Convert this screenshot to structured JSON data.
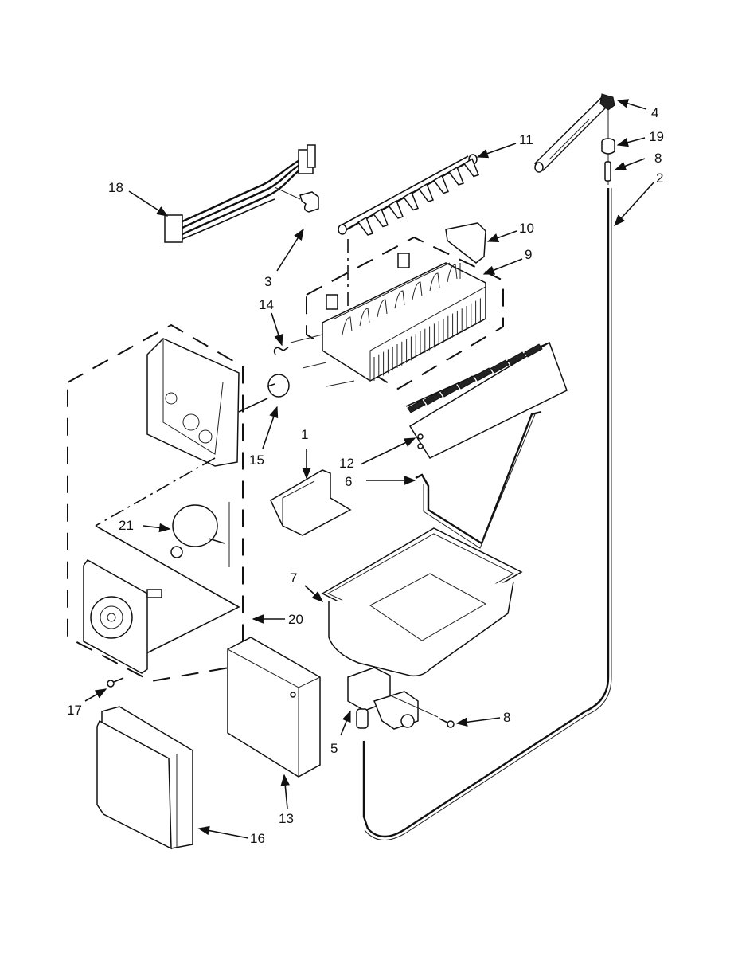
{
  "diagram": {
    "title": "Ice maker parts exploded view",
    "background": "#ffffff",
    "line_color": "#111111",
    "callouts": [
      {
        "id": "1",
        "part": "bracket"
      },
      {
        "id": "2",
        "part": "water-tube"
      },
      {
        "id": "3",
        "part": "harness-clip"
      },
      {
        "id": "4",
        "part": "fill-cup-tube"
      },
      {
        "id": "5",
        "part": "water-valve"
      },
      {
        "id": "6",
        "part": "shutoff-arm"
      },
      {
        "id": "7",
        "part": "ice-bin"
      },
      {
        "id": "8",
        "part": "tube-fitting"
      },
      {
        "id": "8b",
        "label": "8",
        "part": "valve-screw"
      },
      {
        "id": "9",
        "part": "ice-mold"
      },
      {
        "id": "10",
        "part": "fill-cup"
      },
      {
        "id": "11",
        "part": "ejector"
      },
      {
        "id": "12",
        "part": "stripper"
      },
      {
        "id": "13",
        "part": "module-cover"
      },
      {
        "id": "14",
        "part": "thermostat-clip"
      },
      {
        "id": "15",
        "part": "thermostat"
      },
      {
        "id": "16",
        "part": "front-cover"
      },
      {
        "id": "17",
        "part": "screw"
      },
      {
        "id": "18",
        "part": "wire-harness"
      },
      {
        "id": "19",
        "part": "grommet"
      },
      {
        "id": "20",
        "part": "control-module-assembly"
      },
      {
        "id": "21",
        "part": "motor"
      }
    ],
    "labels": {
      "c1": "1",
      "c2": "2",
      "c3": "3",
      "c4": "4",
      "c5": "5",
      "c6": "6",
      "c7": "7",
      "c8": "8",
      "c8b": "8",
      "c9": "9",
      "c10": "10",
      "c11": "11",
      "c12": "12",
      "c13": "13",
      "c14": "14",
      "c15": "15",
      "c16": "16",
      "c17": "17",
      "c18": "18",
      "c19": "19",
      "c20": "20",
      "c21": "21"
    }
  }
}
